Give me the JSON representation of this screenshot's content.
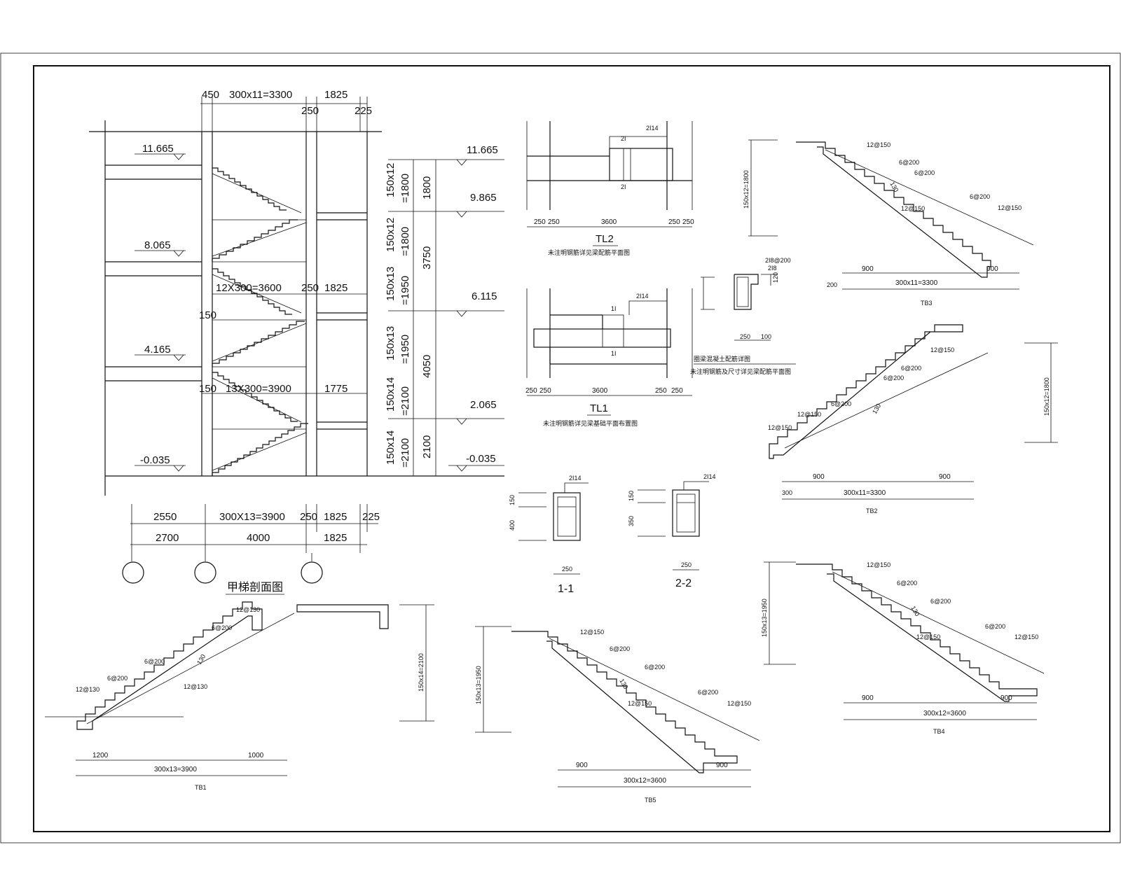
{
  "section": {
    "title": "甲梯剖面图",
    "elevations": [
      "11.665",
      "8.065",
      "4.165",
      "-0.035"
    ],
    "right_elevations": [
      "11.665",
      "9.865",
      "6.115",
      "2.065",
      "-0.035"
    ],
    "top_dims": [
      "450",
      "300x11=3300",
      "1825",
      "250",
      "225"
    ],
    "mid_dims_1": [
      "12X300=3600",
      "250",
      "1825",
      "150"
    ],
    "mid_dims_2": [
      "150",
      "13X300=3900",
      "1775"
    ],
    "bottom_dims_1": [
      "2550",
      "300X13=3900",
      "250",
      "1825",
      "225"
    ],
    "bottom_dims_2": [
      "2700",
      "4000",
      "1825"
    ],
    "vert_dims": [
      "150x12",
      "=1800",
      "150x12",
      "=1800",
      "150x13",
      "=1950",
      "150x13",
      "=1950",
      "150x14",
      "=2100",
      "150x14",
      "=2100"
    ],
    "vert_totals": [
      "1800",
      "3750",
      "4050",
      "2100"
    ]
  },
  "tl2": {
    "label": "TL2",
    "dims": [
      "250",
      "250",
      "3600",
      "250",
      "250"
    ],
    "rebar": [
      "2I",
      "2I",
      "2I14"
    ],
    "note": "未注明钢筋详见梁配筋平面图"
  },
  "tl1": {
    "label": "TL1",
    "dims": [
      "250",
      "250",
      "3600",
      "250",
      "250"
    ],
    "rebar": [
      "1I",
      "1I",
      "2I14"
    ],
    "note": "未注明钢筋详见梁基础平面布置图"
  },
  "beam_detail": {
    "dims": [
      "250",
      "100",
      "120"
    ],
    "rebar": [
      "2I8@200",
      "2I8"
    ],
    "note1": "圈梁混凝土配筋详图",
    "note2": "未注明钢筋及尺寸详见梁配筋平面图"
  },
  "sec11": {
    "label": "1-1",
    "dims": [
      "150",
      "400",
      "250"
    ],
    "rebar": "2I14"
  },
  "sec22": {
    "label": "2-2",
    "dims": [
      "150",
      "350",
      "250"
    ],
    "rebar": "2I14"
  },
  "stairs": [
    {
      "id": "TB3",
      "rebar": [
        "12@150",
        "6@200",
        "6@200",
        "6@200",
        "12@150",
        "12@150"
      ],
      "slope": "130",
      "height": "150x12=1800",
      "dims": [
        "900",
        "900",
        "300x11=3300",
        "200"
      ]
    },
    {
      "id": "TB2",
      "rebar": [
        "12@150",
        "6@200",
        "6@200",
        "6@200",
        "12@150",
        "12@150"
      ],
      "slope": "130",
      "height": "150x12=1800",
      "dims": [
        "900",
        "900",
        "300x11=3300",
        "300"
      ]
    },
    {
      "id": "TB4",
      "rebar": [
        "12@150",
        "6@200",
        "6@200",
        "6@200",
        "12@150",
        "12@150"
      ],
      "slope": "130",
      "height": "150x13=1950",
      "dims": [
        "900",
        "900",
        "300x12=3600"
      ]
    },
    {
      "id": "TB1",
      "rebar": [
        "12@130",
        "6@200",
        "6@200",
        "6@200",
        "12@130",
        "12@130"
      ],
      "slope": "130",
      "height": "150x14=2100",
      "dims": [
        "1200",
        "1000",
        "300x13=3900"
      ]
    },
    {
      "id": "TB5",
      "rebar": [
        "12@150",
        "6@200",
        "6@200",
        "6@200",
        "12@150",
        "12@150"
      ],
      "slope": "130",
      "height": "150x13=1950",
      "dims": [
        "900",
        "900",
        "300x12=3600"
      ]
    }
  ]
}
